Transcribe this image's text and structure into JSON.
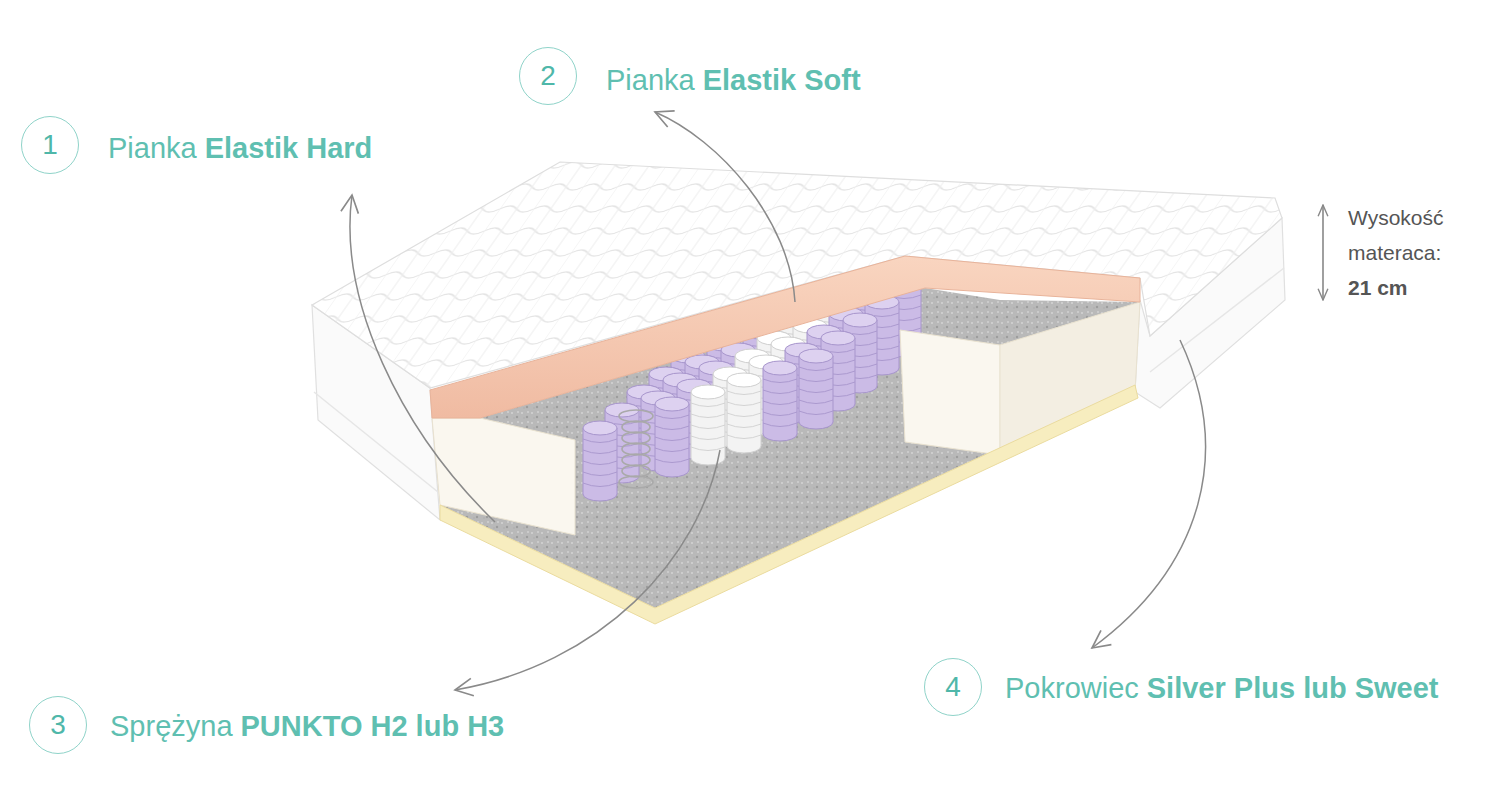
{
  "diagram": {
    "nodes": [
      {
        "text": [
          "1"
        ]
      },
      {
        "text": [
          "2"
        ]
      },
      {
        "text": [
          "3"
        ]
      },
      {
        "text": [
          "4"
        ]
      }
    ],
    "labels": [
      "Pianka",
      "Elastik Hard",
      "Pianka",
      "Elastik Soft",
      "Sprężyna",
      "PUNKTO H2 lub H3",
      "Pokrowiec",
      "Silver Plus lub Sweet",
      "Wysokość materaca:",
      "21 cm"
    ]
  }
}
